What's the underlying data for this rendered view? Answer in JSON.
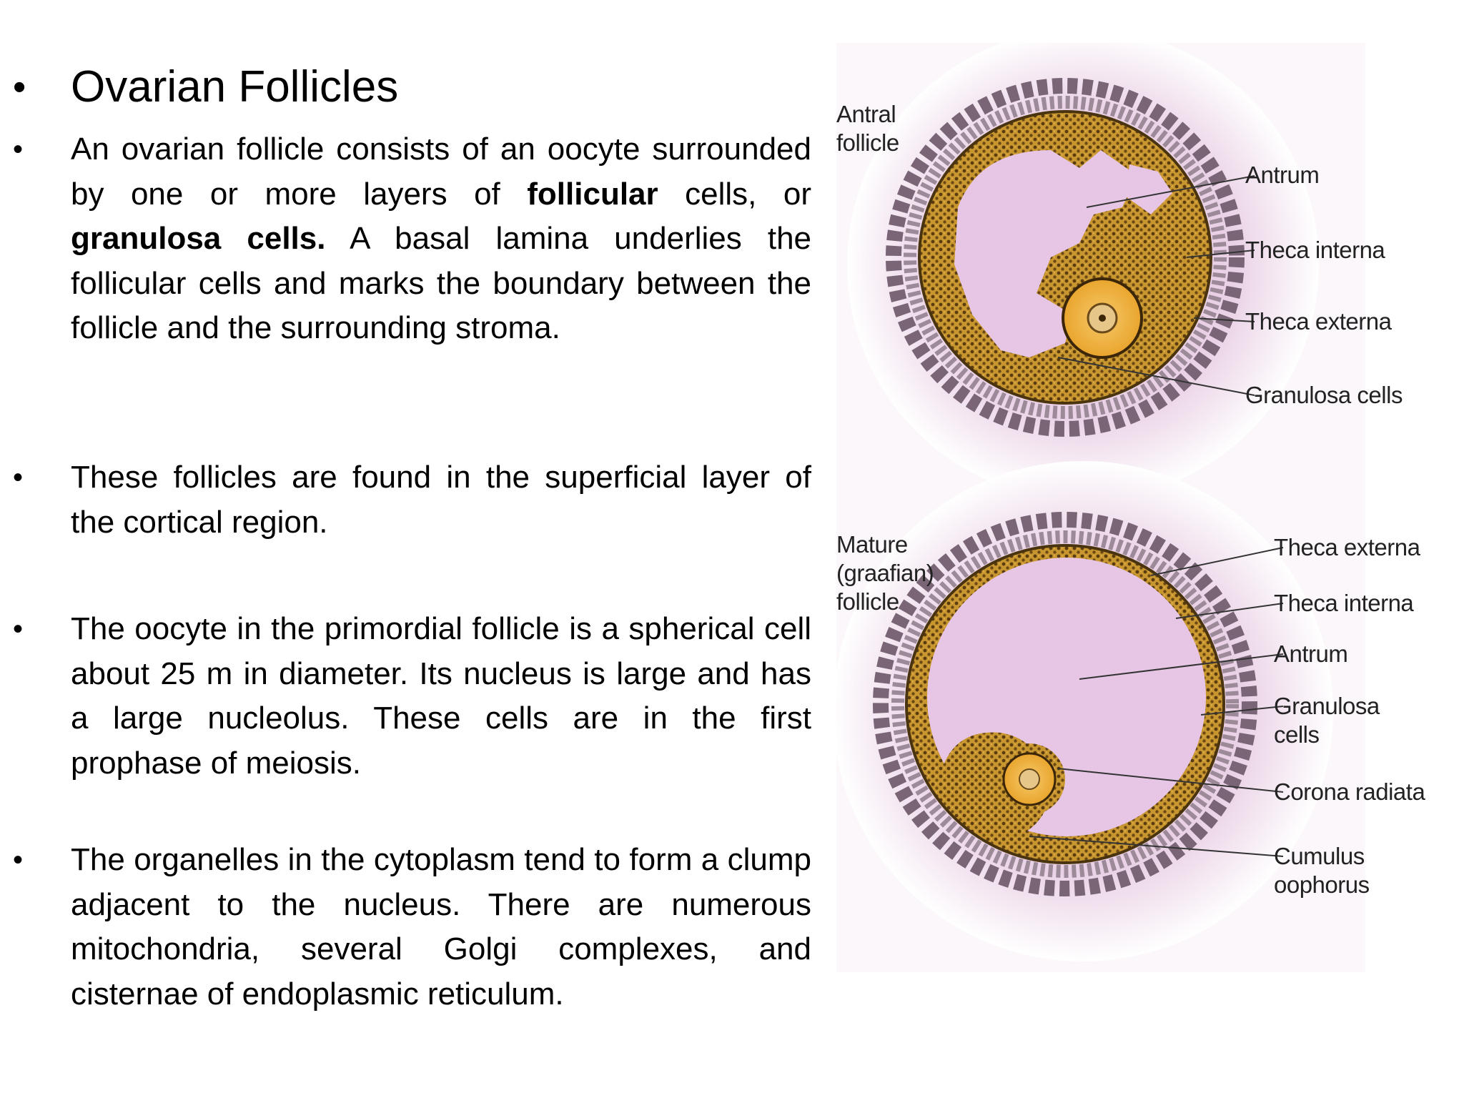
{
  "slide": {
    "title": "Ovarian Follicles",
    "bullets": [
      {
        "parts": [
          {
            "t": "An ovarian follicle consists of an oocyte surrounded by one or more layers of ",
            "b": false
          },
          {
            "t": "follicular",
            "b": true
          },
          {
            "t": " cells, or ",
            "b": false
          },
          {
            "t": "granulosa cells.",
            "b": true
          },
          {
            "t": " A basal lamina underlies the follicular cells and marks the boundary between the follicle and the surrounding stroma.",
            "b": false
          }
        ]
      },
      {
        "parts": [
          {
            "t": "These follicles are found in the superficial layer of the cortical region.",
            "b": false
          }
        ]
      },
      {
        "parts": [
          {
            "t": "The oocyte in the primordial follicle is a spherical cell about 25 m in diameter. Its nucleus is large and has a large nucleolus. These cells are in the first prophase of meiosis.",
            "b": false
          }
        ]
      },
      {
        "parts": [
          {
            "t": "The organelles in the cytoplasm tend to form a clump adjacent to the nucleus. There are numerous mitochondria, several Golgi complexes, and cisternae of endoplasmic reticulum.",
            "b": false
          }
        ]
      }
    ]
  },
  "figure": {
    "antral": {
      "name": "Antral\nfollicle",
      "labels": [
        "Antrum",
        "Theca interna",
        "Theca externa",
        "Granulosa cells"
      ]
    },
    "mature": {
      "name": "Mature\n(graafian)\nfollicle",
      "labels": [
        "Theca externa",
        "Theca interna",
        "Antrum",
        "Granulosa\ncells",
        "Corona radiata",
        "Cumulus\noophorus"
      ]
    },
    "colors": {
      "glow": "#e2c3dd",
      "antrum": "#e6c6e4",
      "granulosa": "#c8962f",
      "granulosa_dots": "#5a3b10",
      "oocyte": "#f2b440",
      "theca": "#6f5a6a"
    }
  }
}
